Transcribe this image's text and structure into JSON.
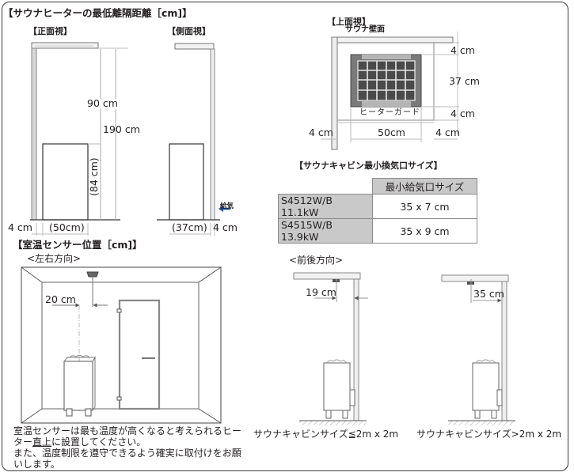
{
  "section1": {
    "title": "【サウナヒーターの最低離隔距離［cm]】",
    "front_view": {
      "label": "【正面視】",
      "dims": {
        "top_to_heater": "90 cm",
        "total_height": "190 cm",
        "heater_height": "(84 cm)",
        "wall_gap": "4 cm",
        "heater_width": "(50cm)"
      }
    },
    "side_view": {
      "label": "【側面視】",
      "dims": {
        "heater_depth": "(37cm)",
        "wall_gap": "4 cm"
      },
      "air_intake_label": "給気"
    },
    "top_view": {
      "label": "【上面視】",
      "wall_label": "サウナ壁面",
      "guard_label": "ヒーターガード",
      "dims": {
        "top_gap": "4 cm",
        "depth": "37 cm",
        "bottom_gap": "4 cm",
        "left_gap": "4 cm",
        "width": "50cm",
        "right_gap": "4 cm"
      }
    }
  },
  "vent_table": {
    "title": "【サウナキャビン最小換気口サイズ】",
    "header": "最小給気口サイズ",
    "rows": [
      {
        "model": "S4512W/B 11.1kW",
        "size": "35 x 7 cm"
      },
      {
        "model": "S4515W/B 13.9kW",
        "size": "35 x 9 cm"
      }
    ]
  },
  "section2": {
    "title": "【室温センサー位置［cm]】",
    "lr": {
      "label": "<左右方向>",
      "dim": "20 cm",
      "note_parts": [
        "室温センサーは最も温度が高くなると考えられるヒーター",
        "直上",
        "に設置してください。",
        "また、温度制限を遵守できるよう確実に取付けをお願いします。"
      ]
    },
    "fb": {
      "label": "<前後方向>",
      "small_cabin": {
        "dim": "19 cm",
        "caption": "サウナキャビンサイズ≦2m x 2m"
      },
      "large_cabin": {
        "dim": "35 cm",
        "caption": "サウナキャビンサイズ>2m x 2m"
      }
    }
  },
  "colors": {
    "line": "#231f20",
    "gray_line": "#8c8c8c",
    "table_fill": "#c9c9c9",
    "arrow_blue": "#1f4e9a",
    "guard_dark": "#5a5a5a"
  }
}
